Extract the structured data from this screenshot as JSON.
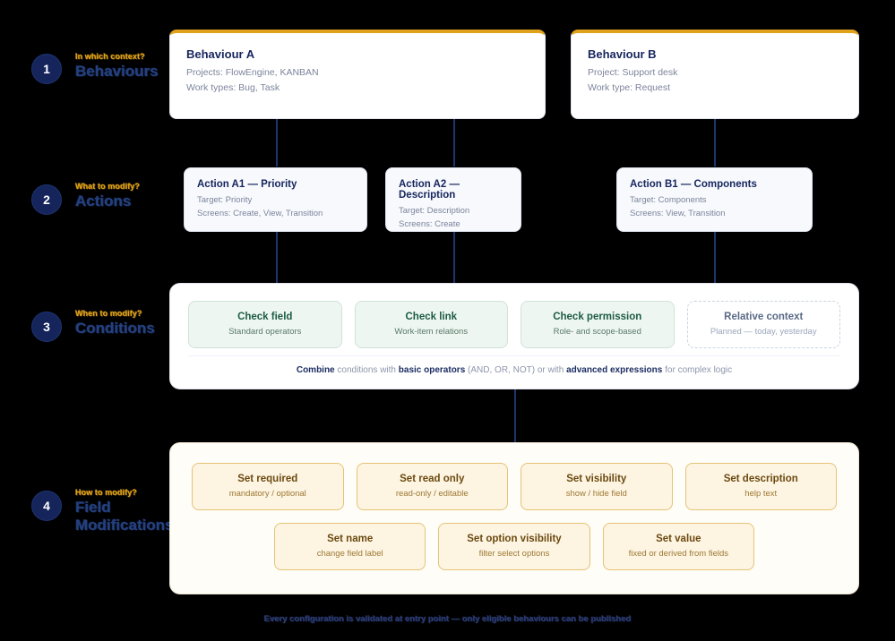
{
  "stages": [
    {
      "num": "1",
      "question": "In which context?",
      "title": "Behaviours"
    },
    {
      "num": "2",
      "question": "What to modify?",
      "title": "Actions"
    },
    {
      "num": "3",
      "question": "When to modify?",
      "title": "Conditions"
    },
    {
      "num": "4",
      "question": "How to modify?",
      "title": "Field Modifications"
    }
  ],
  "behaviours": [
    {
      "title": "Behaviour A",
      "line1": "Projects: FlowEngine, KANBAN",
      "line2": "Work types: Bug, Task"
    },
    {
      "title": "Behaviour B",
      "line1": "Project: Support desk",
      "line2": "Work type: Request"
    }
  ],
  "actions": [
    {
      "title": "Action A1 — Priority",
      "target": "Target: Priority",
      "screens": "Screens: Create, View, Transition"
    },
    {
      "title": "Action A2 — Description",
      "target": "Target: Description",
      "screens": "Screens: Create"
    },
    {
      "title": "Action B1 — Components",
      "target": "Target: Components",
      "screens": "Screens: View, Transition"
    }
  ],
  "conditions": {
    "chips": [
      {
        "title": "Check field",
        "sub": "Standard operators",
        "state": "active"
      },
      {
        "title": "Check link",
        "sub": "Work-item relations",
        "state": "active"
      },
      {
        "title": "Check permission",
        "sub": "Role- and scope-based",
        "state": "active"
      },
      {
        "title": "Relative context",
        "sub": "Planned — today, yesterday",
        "state": "planned"
      }
    ],
    "combine": {
      "b1": "Combine",
      "t1": " conditions with ",
      "b2": "basic operators",
      "t2": " (AND, OR, NOT) or with ",
      "b3": "advanced expressions",
      "t3": " for complex logic"
    }
  },
  "field_modifications": {
    "row1": [
      {
        "title": "Set required",
        "sub": "mandatory / optional"
      },
      {
        "title": "Set read only",
        "sub": "read-only / editable"
      },
      {
        "title": "Set visibility",
        "sub": "show / hide field"
      },
      {
        "title": "Set description",
        "sub": "help text"
      }
    ],
    "row2": [
      {
        "title": "Set name",
        "sub": "change field label"
      },
      {
        "title": "Set option visibility",
        "sub": "filter select options"
      },
      {
        "title": "Set value",
        "sub": "fixed or derived from fields"
      }
    ]
  },
  "footer": {
    "text": "Every configuration is validated at entry point — only eligible behaviours can be published"
  },
  "colors": {
    "accent_gold": "#e0a21a",
    "navy": "#15255c",
    "green": "#1d5c43",
    "cream_border": "#e5c377"
  }
}
